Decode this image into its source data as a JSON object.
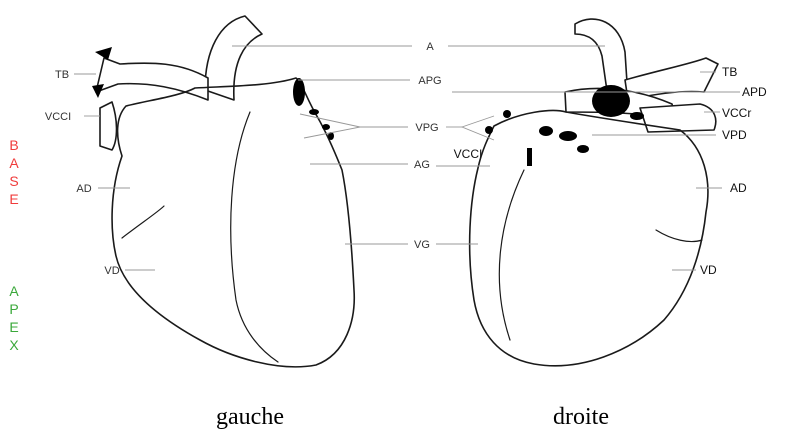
{
  "colors": {
    "base": "#f03c3c",
    "apex": "#3aa83a",
    "outline": "#1a1a1a",
    "leader": "#999999"
  },
  "side_labels": {
    "base": [
      "B",
      "A",
      "S",
      "E"
    ],
    "apex": [
      "A",
      "P",
      "E",
      "X"
    ]
  },
  "center_labels": {
    "a": "A",
    "apg": "APG",
    "vpg": "VPG",
    "ag": "AG",
    "vg": "VG"
  },
  "left_heart": {
    "tb": "TB",
    "vcci": "VCCI",
    "ad": "AD",
    "vd": "VD",
    "caption": "gauche"
  },
  "right_heart": {
    "tb": "TB",
    "apd": "APD",
    "vccr": "VCCr",
    "vpd": "VPD",
    "vcci": "VCCI",
    "ad": "AD",
    "vd": "VD",
    "caption": "droite"
  }
}
